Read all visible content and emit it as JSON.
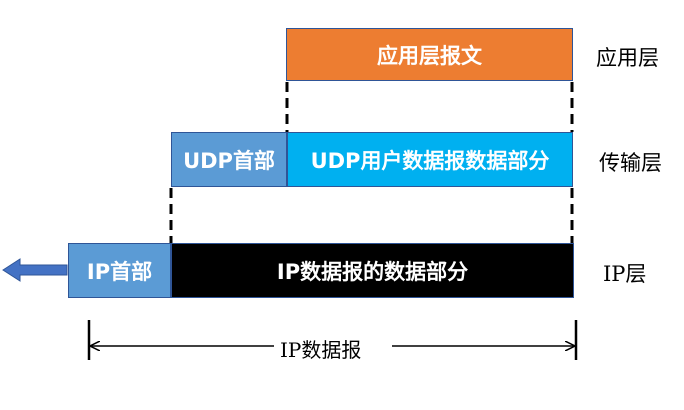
{
  "application_layer": {
    "message_label": "应用层报文",
    "layer_label": "应用层"
  },
  "transport_layer": {
    "udp_header_label": "UDP首部",
    "udp_data_label": "UDP用户数据报数据部分",
    "layer_label": "传输层"
  },
  "network_layer": {
    "ip_header_label": "IP首部",
    "ip_data_label": "IP数据报的数据部分",
    "layer_label": "IP层"
  },
  "span_label": "IP数据报",
  "colors": {
    "app_message": "#ED7D31",
    "udp_header": "#5B9BD5",
    "udp_data": "#00B0F0",
    "ip_header": "#5B9BD5",
    "ip_data": "#000000",
    "arrow": "#4472C4",
    "border": "#2F5597"
  }
}
